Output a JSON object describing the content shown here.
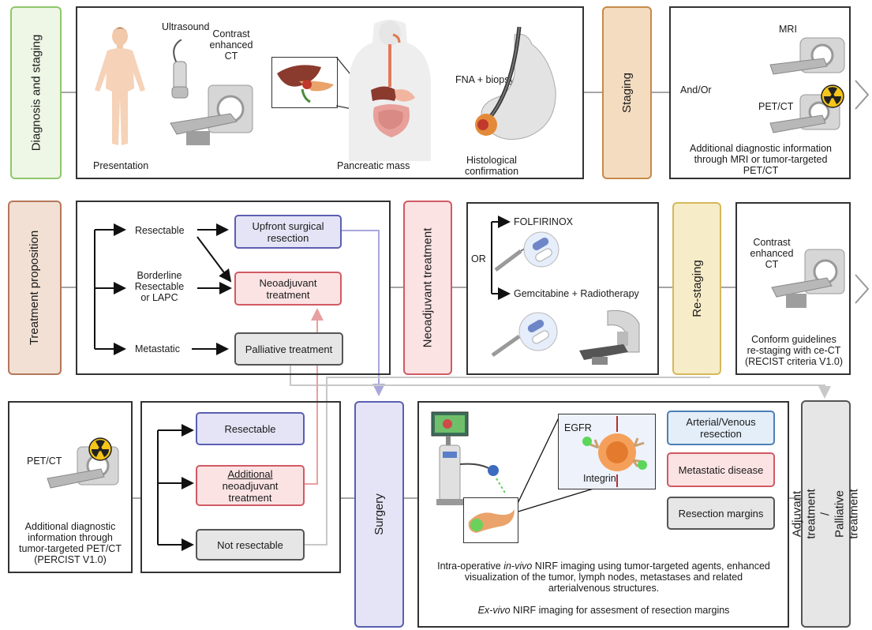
{
  "colors": {
    "green_border": "#8fc66a",
    "green_fill": "#eef7e6",
    "brown_border": "#b5775a",
    "brown_fill": "#f1e0d3",
    "orange_border": "#c58a4a",
    "orange_fill": "#f4dcc0",
    "red_border": "#d05a63",
    "red_fill": "#fbe3e4",
    "yellow_border": "#d6b85a",
    "yellow_fill": "#f7ecc8",
    "purple_border": "#5b5fb0",
    "purple_fill": "#e4e4f6",
    "grey_border": "#555555",
    "grey_fill": "#e6e6e6",
    "blue_border": "#4d7fb5",
    "blue_fill": "#e3eef8",
    "pink_line": "#e8a0a0",
    "purple_line": "#a9a8dc",
    "grey_line": "#c8c8c8"
  },
  "row1": {
    "stage": "Diagnosis and staging",
    "ultrasound": "Ultrasound",
    "contrast_ct": "Contrast\nenhanced\nCT",
    "presentation": "Presentation",
    "pancreatic_mass": "Pancreatic mass",
    "fna_biopsy": "FNA + biopsy",
    "histological": "Histological\nconfirmation",
    "staging": "Staging",
    "mri": "MRI",
    "and_or": "And/Or",
    "pet_ct": "PET/CT",
    "additional_info": "Additional diagnostic information\nthrough MRI or tumor-targeted\nPET/CT"
  },
  "row2": {
    "stage": "Treatment proposition",
    "resectable": "Resectable",
    "borderline": "Borderline\nResectable\nor LAPC",
    "metastatic": "Metastatic",
    "upfront": "Upfront surgical\nresection",
    "neoadjuvant": "Neoadjuvant\ntreatment",
    "palliative": "Palliative treatment",
    "neo_stage": "Neoadjuvant treatment",
    "folfirinox": "FOLFIRINOX",
    "or": "OR",
    "gemcitabine": "Gemcitabine + Radiotherapy",
    "restaging": "Re-staging",
    "contrast_ct": "Contrast\nenhanced\nCT",
    "guidelines": "Conform guidelines\nre-staging with ce-CT\n(RECIST criteria V1.0)"
  },
  "row3": {
    "pet_ct": "PET/CT",
    "additional_info": "Additional diagnostic\ninformation through\ntumor-targeted PET/CT\n(PERCIST V1.0)",
    "resectable": "Resectable",
    "additional_neo_1": "Additional",
    "additional_neo_2": "neoadjuvant\ntreatment",
    "not_resectable": "Not resectable",
    "surgery": "Surgery",
    "egfr": "EGFR",
    "integrin": "Integrin",
    "arterial": "Arterial/Venous\nresection",
    "metastatic_disease": "Metastatic disease",
    "margins": "Resection margins",
    "intraop_1": "Intra-operative ",
    "intraop_italic": "in-vivo",
    "intraop_2": " NIRF imaging using tumor-targeted agents, enhanced\nvisualization of the tumor, lymph nodes, metastases and related\narterialvenous structures.",
    "exvivo_italic": "Ex-vivo",
    "exvivo_rest": " NIRF imaging for assesment of resection margins",
    "adjuvant": "Adjuvant treatment /\nPalliative treatment"
  }
}
